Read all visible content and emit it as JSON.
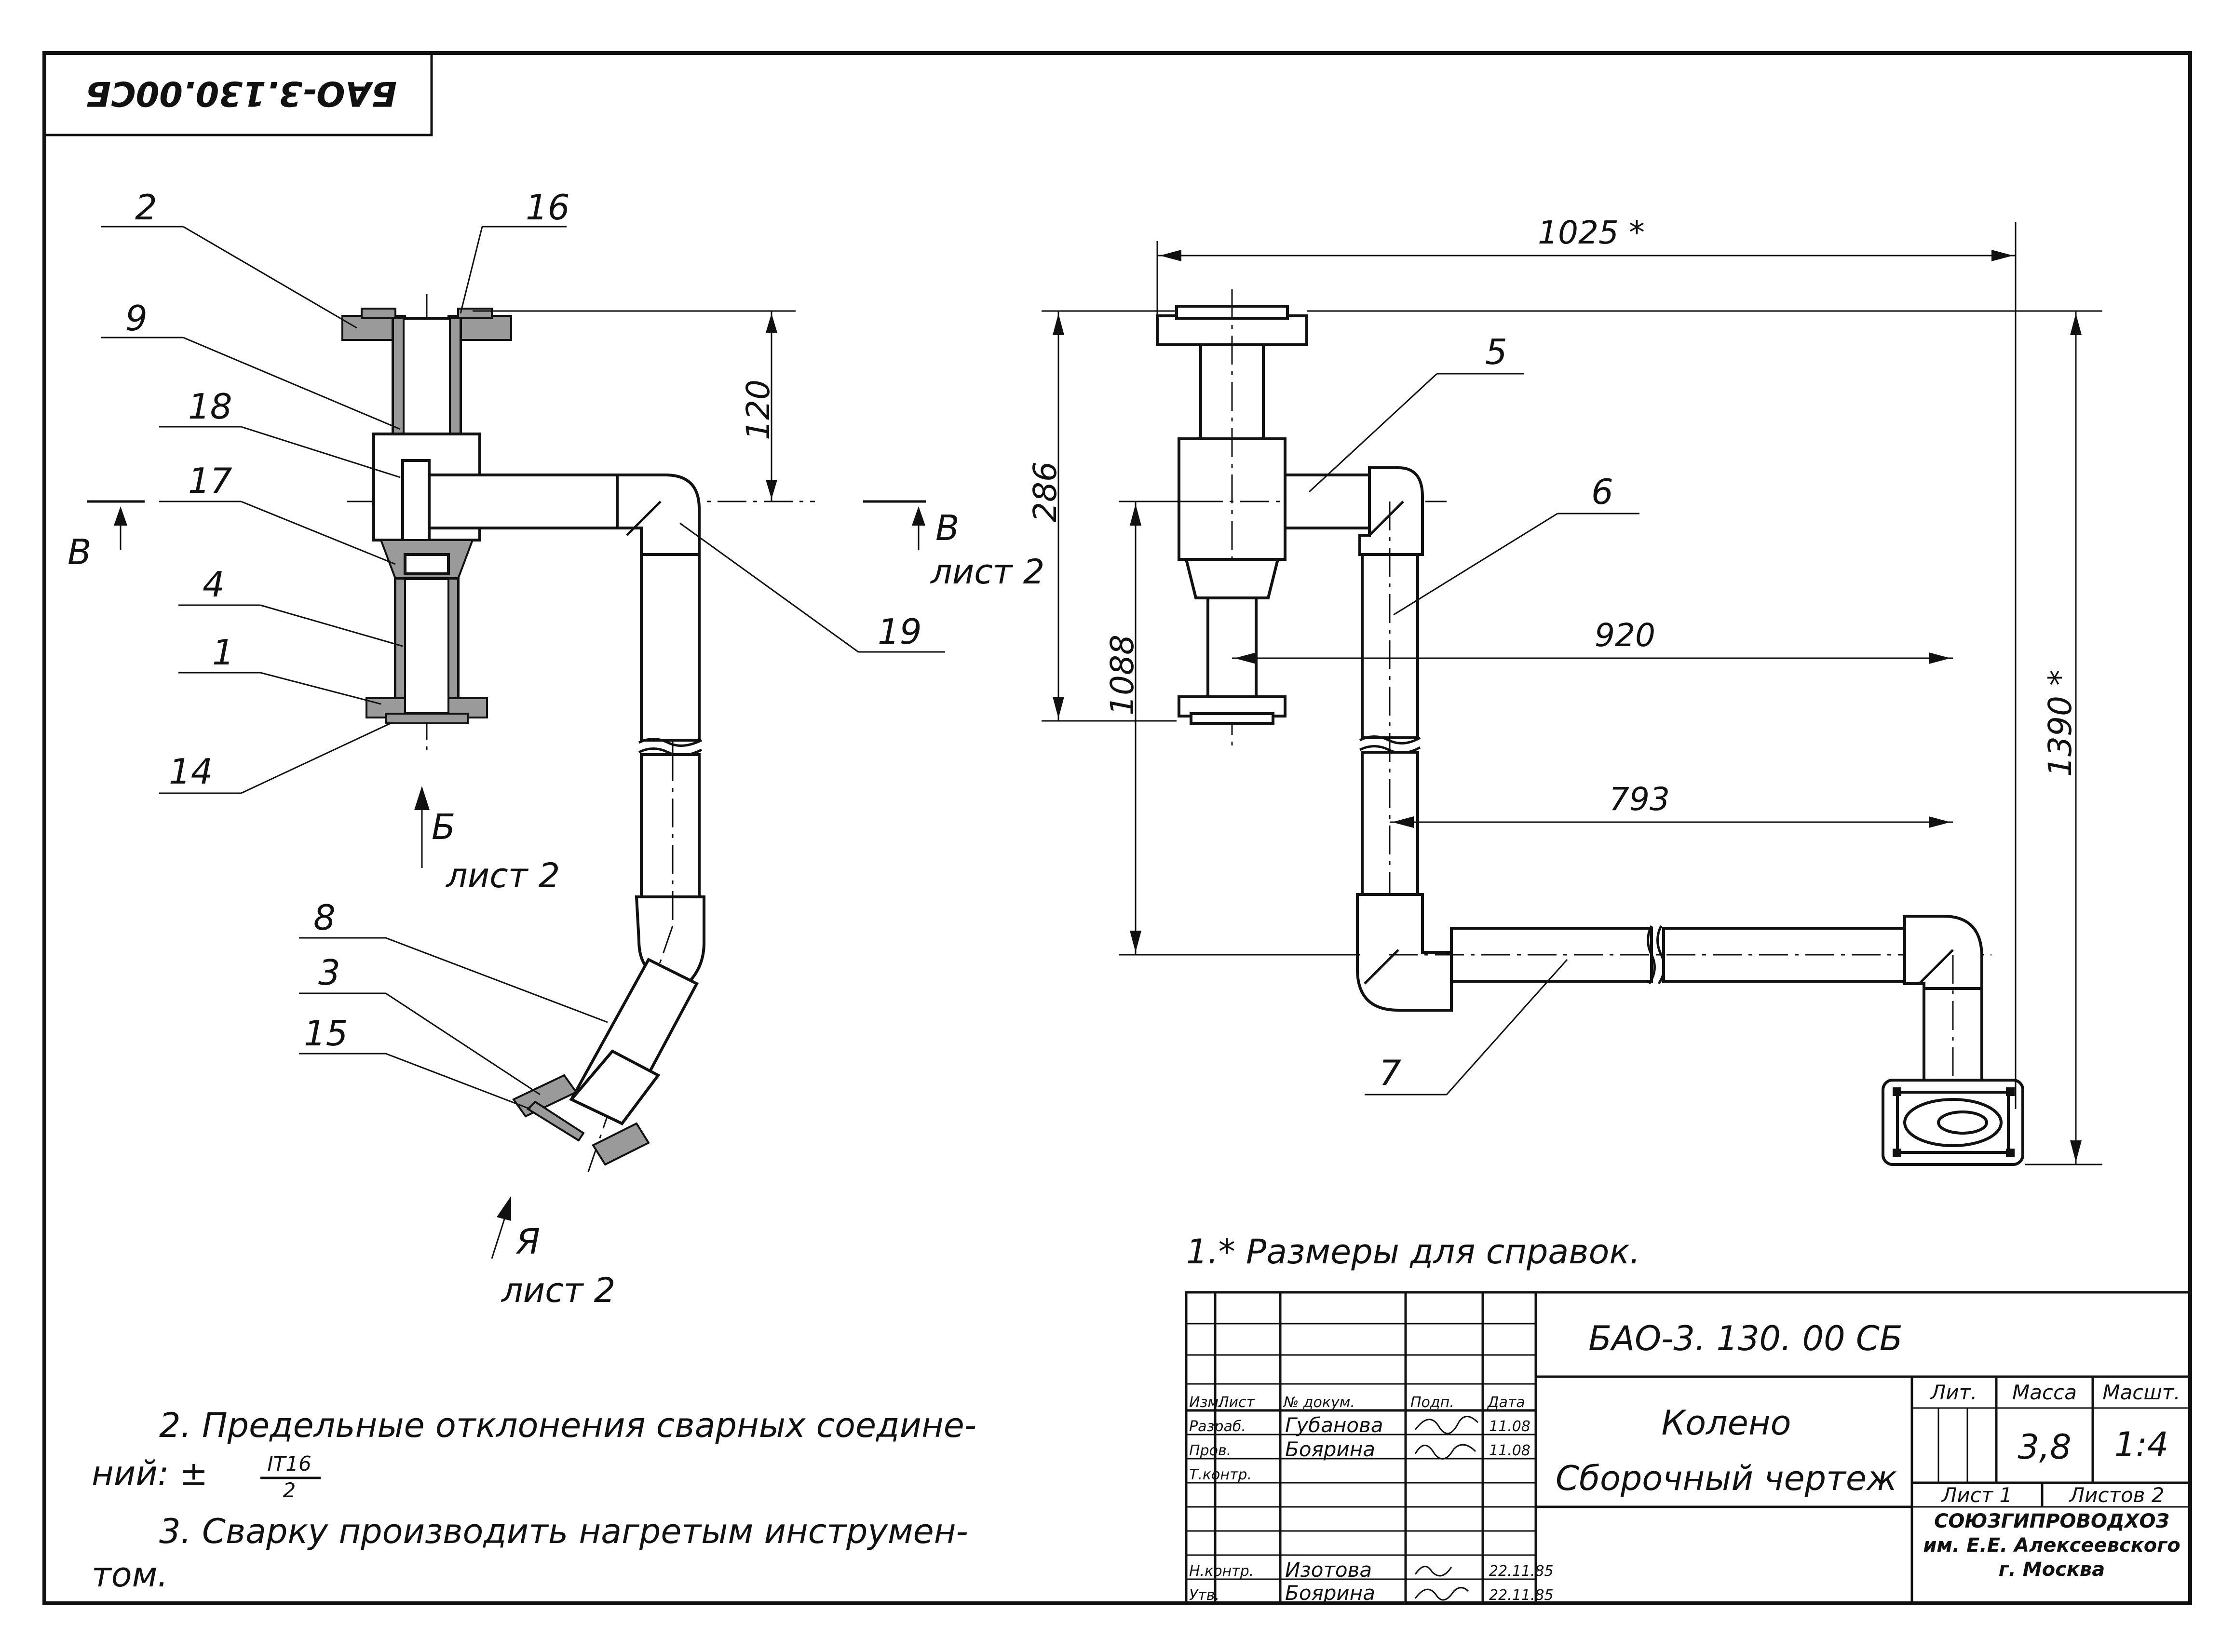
{
  "document": {
    "stamp_code": "БАО-3.130.00СБ",
    "title_block": {
      "code": "БАО-3. 130. 00 СБ",
      "name": "Колено",
      "doc_type": "Сборочный чертеж",
      "headers": {
        "izm": "Изм.",
        "list": "Лист",
        "doc_no": "№ докум.",
        "sign": "Подп.",
        "date": "Дата",
        "lit": "Лит.",
        "mass": "Масса",
        "scale": "Масшт."
      },
      "roles": {
        "developer": "Разраб.",
        "checker": "Пров.",
        "tech_control": "Т.контр.",
        "norm_control": "Н.контр.",
        "approved": "Утв."
      },
      "names": {
        "developer": "Губанова",
        "checker": "Боярина",
        "norm_control": "Изотова",
        "approved": "Боярина"
      },
      "dates": {
        "developer": "11.08",
        "checker": "11.08",
        "norm_control": "22.11.85",
        "approved": "22.11.85"
      },
      "mass_value": "3,8",
      "scale_value": "1:4",
      "sheet": "Лист 1",
      "sheets": "Листов 2",
      "organization": "СОЮЗГИПРОВОДХОЗ им. Е.Е. Алексеевского г. Москва"
    },
    "notes": {
      "note1": "1.* Размеры для справок.",
      "note2_line1": "2. Предельные отклонения сварных соедине-",
      "note2_line2_prefix": "ний: ±",
      "note2_fraction_num": "IT16",
      "note2_fraction_den": "2",
      "note3_line1": "3. Сварку производить нагретым инструмен-",
      "note3_line2": "том."
    },
    "views": {
      "section_mark_left": "В",
      "section_mark_right": "В",
      "section_sheet_right": "лист 2",
      "view_b": "Б",
      "view_b_sheet": "лист 2",
      "view_ya": "Я",
      "view_ya_sheet": "лист 2"
    },
    "part_labels": [
      "2",
      "16",
      "9",
      "18",
      "17",
      "4",
      "1",
      "14",
      "19",
      "8",
      "3",
      "15",
      "5",
      "6",
      "7"
    ],
    "dimensions": {
      "d120": "120",
      "d1025": "1025 *",
      "d286": "286",
      "d1088": "1088",
      "d920": "920",
      "d793": "793",
      "d1390": "1390 *"
    }
  }
}
